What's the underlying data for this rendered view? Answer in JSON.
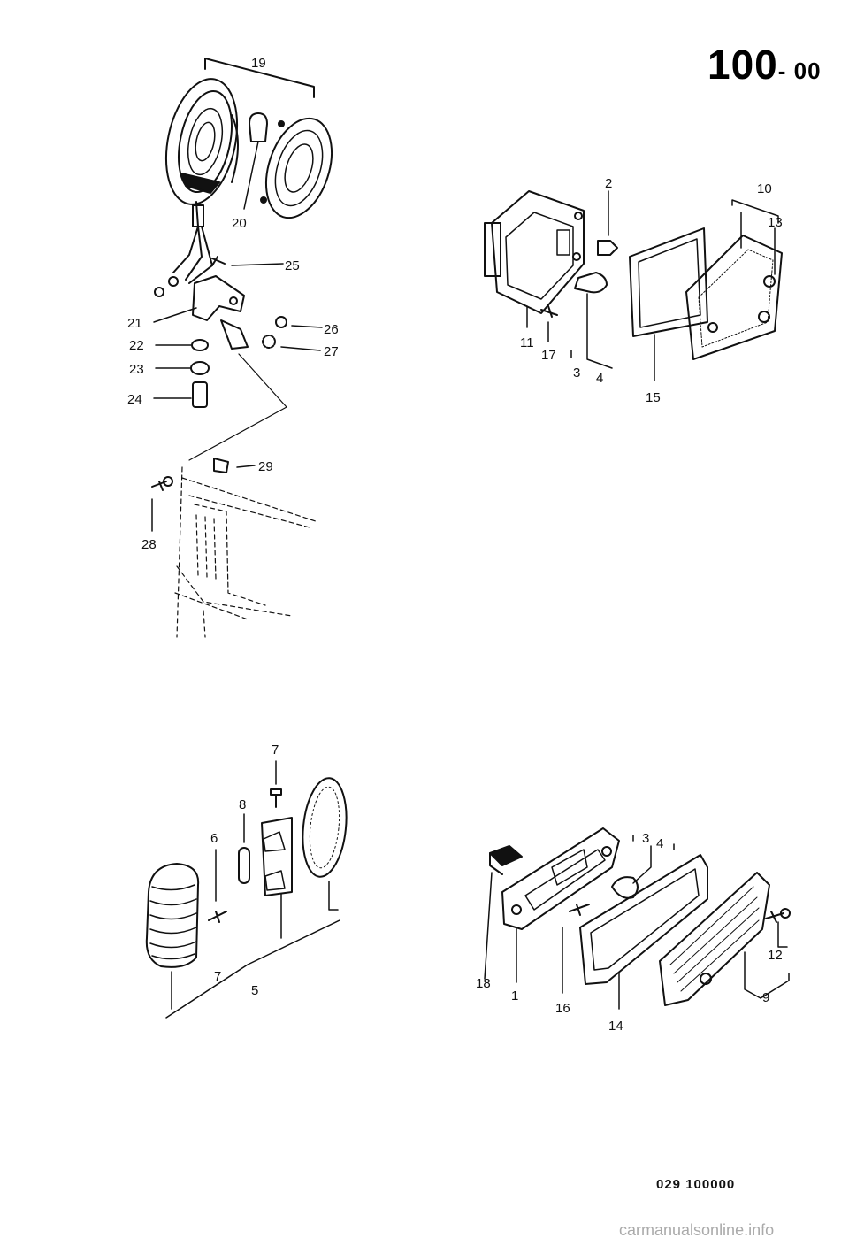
{
  "header": {
    "page_code": "100",
    "page_code_suffix": "- 00"
  },
  "footer": {
    "doc_number": "029  100000",
    "watermark": "carmanualsonline.info"
  },
  "colors": {
    "ink": "#111111",
    "paper": "#ffffff",
    "watermark": "#aaaaaa"
  },
  "callouts": {
    "c19": "19",
    "c20": "20",
    "c25": "25",
    "c21": "21",
    "c22": "22",
    "c23": "23",
    "c24": "24",
    "c26": "26",
    "c27": "27",
    "c29": "29",
    "c28": "28",
    "c2": "2",
    "c10": "10",
    "c13": "13",
    "c11": "11",
    "c17": "17",
    "c3a": "3",
    "c4a": "4",
    "c15": "15",
    "c7top": "7",
    "c8": "8",
    "c6": "6",
    "c7bot": "7",
    "c5": "5",
    "c3b": "3",
    "c4b": "4",
    "c18": "18",
    "c1": "1",
    "c16": "16",
    "c14": "14",
    "c12": "12",
    "c9": "9"
  }
}
